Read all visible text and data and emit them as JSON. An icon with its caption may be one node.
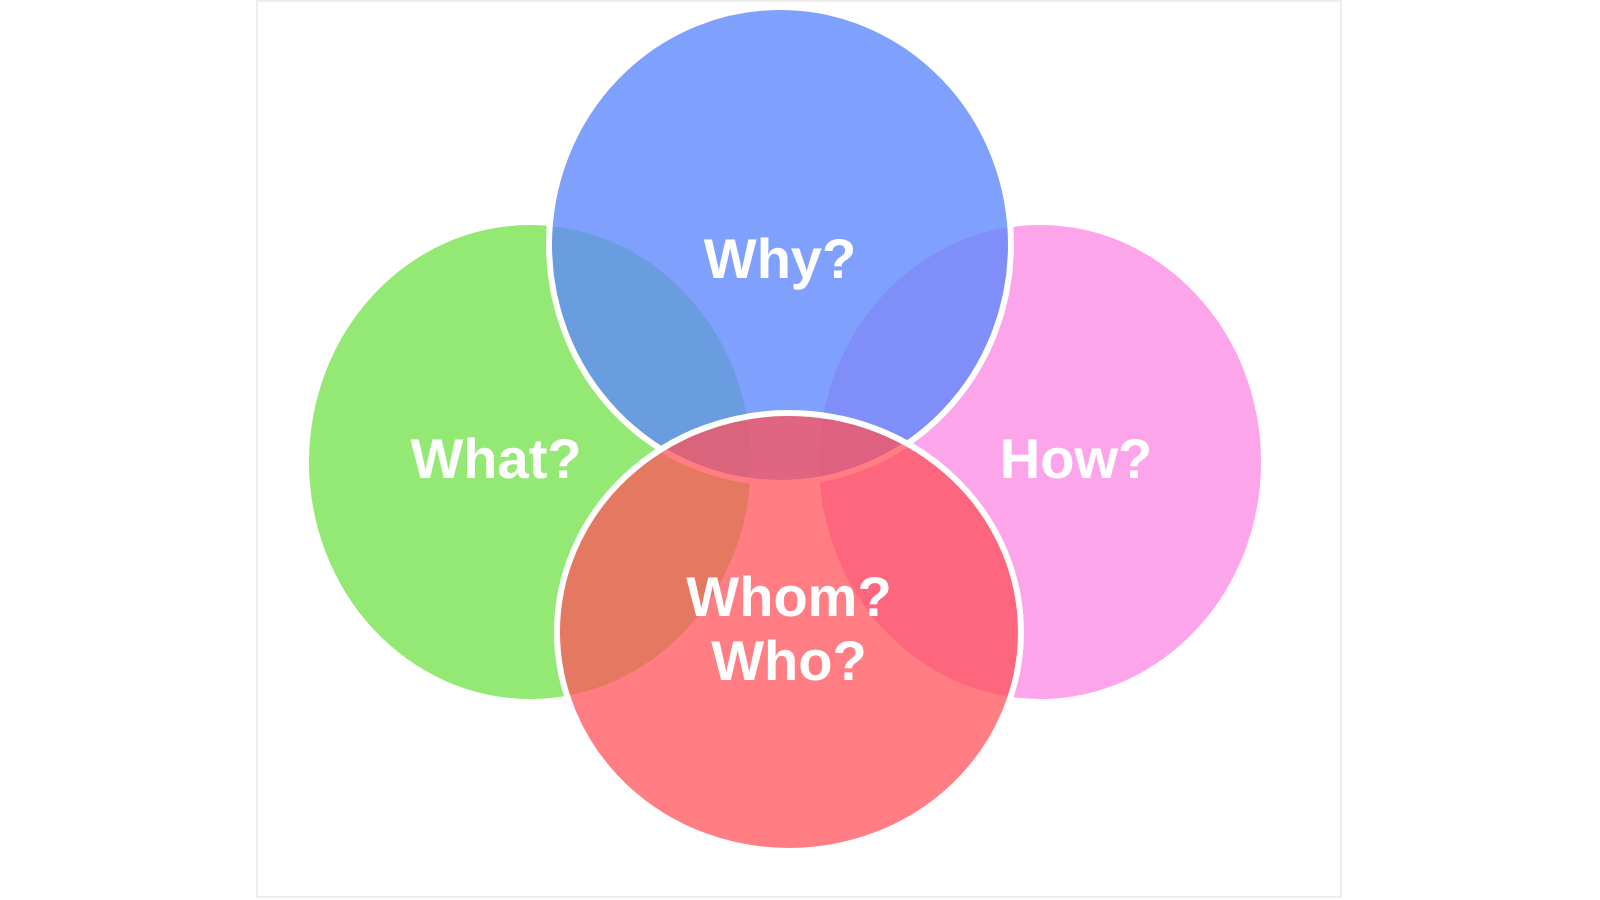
{
  "diagram": {
    "nodes": [
      {
        "text": [
          "Why?"
        ]
      },
      {
        "text": [
          "What?"
        ]
      },
      {
        "text": [
          "How?"
        ]
      },
      {
        "text": [
          "Whom? Who?"
        ]
      }
    ]
  }
}
